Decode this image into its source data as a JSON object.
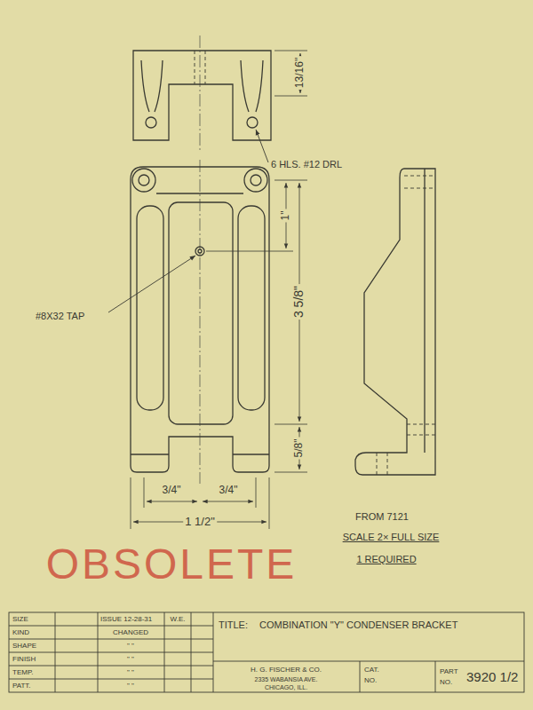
{
  "diagram": {
    "title": "COMBINATION \"Y\" CONDENSER BRACKET",
    "labels": [
      "13/16\"",
      "6 HLS. #12 DRL",
      "1\"",
      "#8X32 TAP",
      "3 5/8\"",
      "5/8\"",
      "3/4\"",
      "3/4\"",
      "1 1/2\"",
      "FROM 7121",
      "SCALE 2× FULL SIZE",
      "1 REQUIRED",
      "OBSOLETE",
      "SIZE",
      "KIND",
      "SHAPE",
      "FINISH",
      "TEMP.",
      "PATT.",
      "ISSUE 12-28-31",
      "W.E.",
      "CHANGED",
      "\" \"",
      "\" \"",
      "\" \"",
      "\" \"",
      "TITLE:",
      "H. G. FISCHER & CO.",
      "2335 WABANSIA AVE.",
      "CHICAGO, ILL.",
      "CAT.",
      "NO.",
      "PART",
      "NO.",
      "3920 1/2"
    ]
  }
}
